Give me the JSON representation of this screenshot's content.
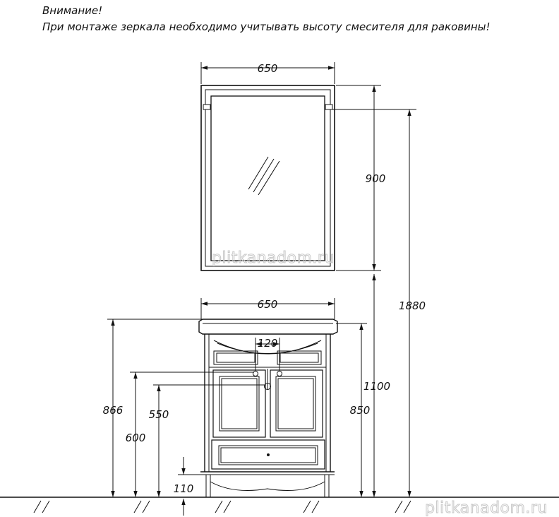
{
  "notice": {
    "title": "Внимание!",
    "text": "При монтаже зеркала необходимо учитывать высоту смесителя для раковины!"
  },
  "dimensions": {
    "mirror_width": "650",
    "mirror_height": "900",
    "total_height": "1880",
    "cabinet_width": "650",
    "faucet_spacing": "120",
    "mirror_bottom_height": "1100",
    "cabinet_total_height": "866",
    "countertop_height": "850",
    "height_600": "600",
    "height_550": "550",
    "plinth_height": "110"
  },
  "watermarks": {
    "center": "plitkanadom.ru",
    "corner": "plitkanadom.ru"
  },
  "colors": {
    "line": "#111111",
    "watermark": "#c8c8c8"
  }
}
